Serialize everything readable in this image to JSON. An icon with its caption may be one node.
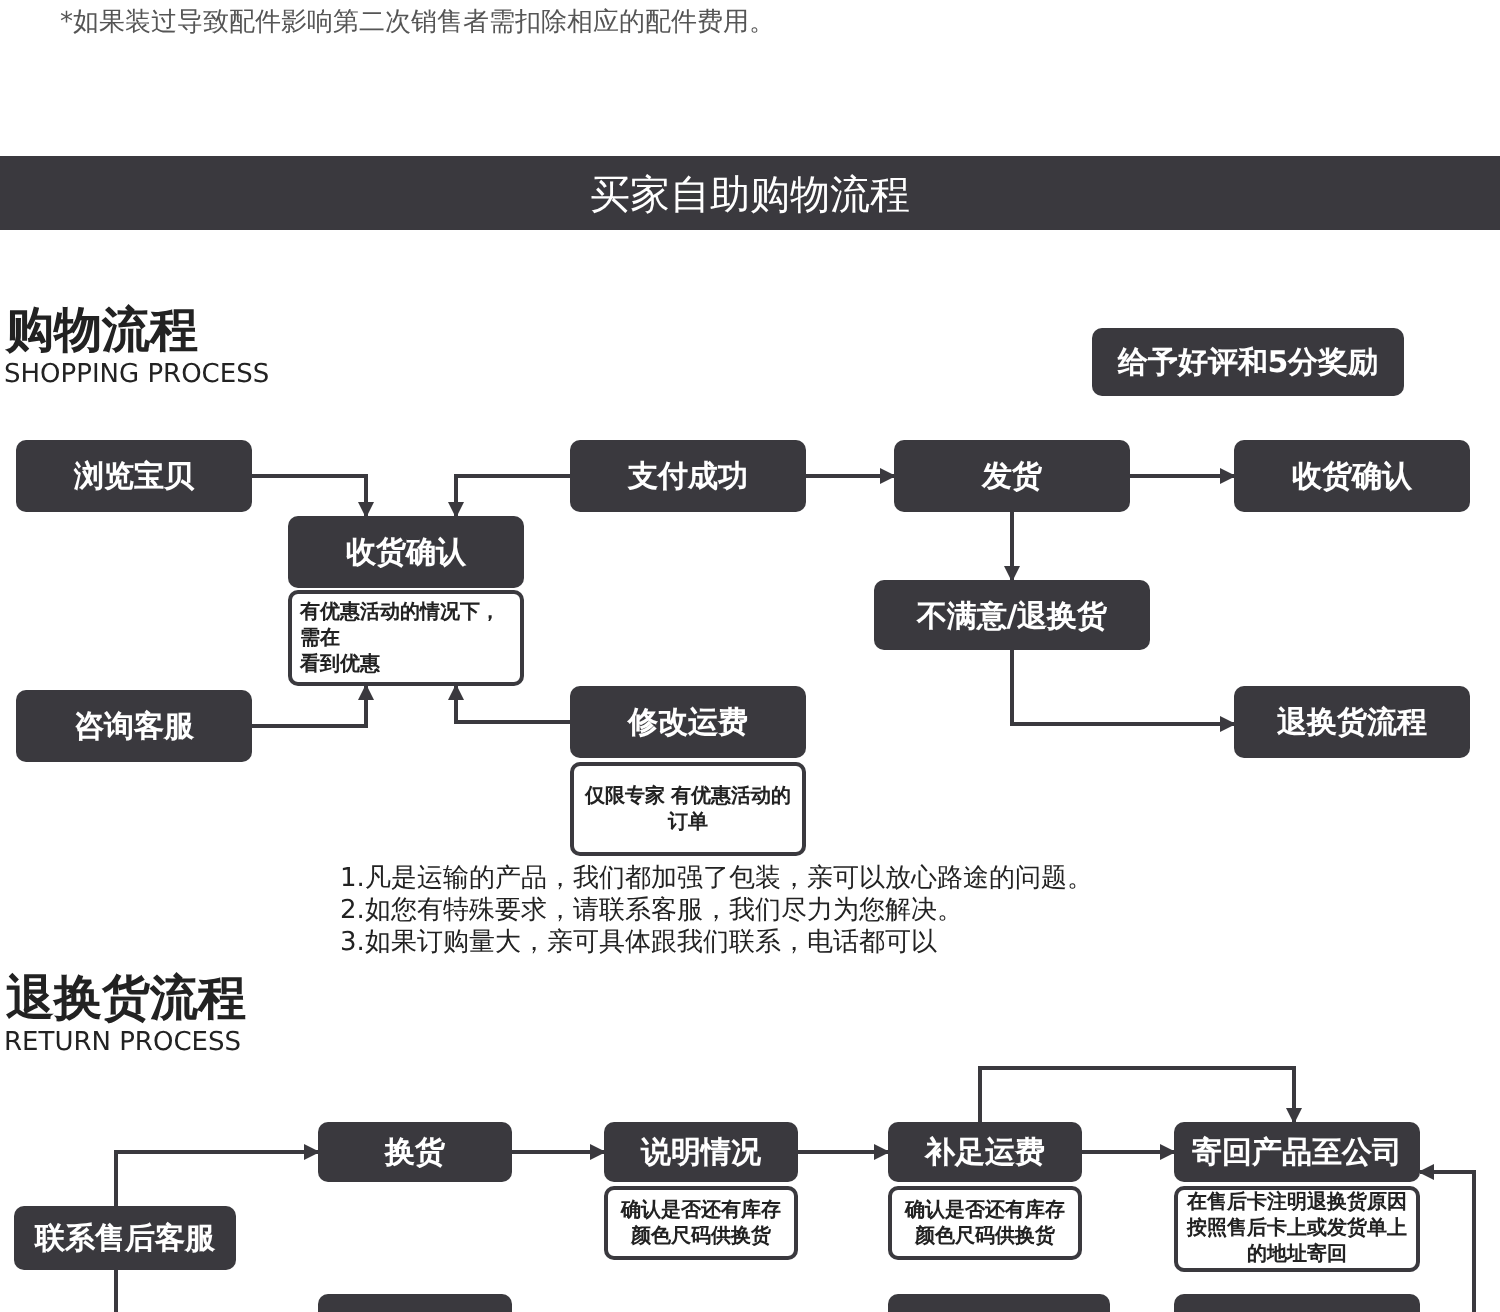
{
  "diagram": {
    "title": "买家自助购物流程",
    "nodes": [
      {
        "text": [
          "浏览宝贝"
        ]
      },
      {
        "text": [
          "支付成功"
        ]
      },
      {
        "text": [
          "发货"
        ]
      },
      {
        "text": [
          "收货确认"
        ]
      },
      {
        "text": [
          "给予好评和5分奖励"
        ]
      },
      {
        "text": [
          "收货确认"
        ]
      },
      {
        "text": [
          "有优惠活动的情况下，需在",
          "看到优惠"
        ]
      },
      {
        "text": [
          "咨询客服"
        ]
      },
      {
        "text": [
          "修改运费"
        ]
      },
      {
        "text": [
          "仅限专家 有优惠活动的订单"
        ]
      },
      {
        "text": [
          "不满意/退换货"
        ]
      },
      {
        "text": [
          "退换货流程"
        ]
      },
      {
        "text": [
          "联系售后客服"
        ]
      },
      {
        "text": [
          "换货"
        ]
      },
      {
        "text": [
          "说明情况"
        ]
      },
      {
        "text": [
          "确认是否还有库存颜色尺码供换货"
        ]
      },
      {
        "text": [
          "补足运费"
        ]
      },
      {
        "text": [
          "确认是否还有库存颜色尺码供换货"
        ]
      },
      {
        "text": [
          "寄回产品至公司"
        ]
      },
      {
        "text": [
          "在售后卡注明退换货原因按照售后卡上或发货单上的地址寄回"
        ]
      },
      {
        "text": [],
        "shape": "box"
      },
      {
        "text": [],
        "shape": "box"
      },
      {
        "text": [],
        "shape": "box"
      }
    ],
    "edges": [
      {
        "from": 0,
        "to": 5,
        "arrow": "to"
      },
      {
        "from": 1,
        "to": 5,
        "arrow": "to"
      },
      {
        "from": 7,
        "to": 6,
        "arrow": "to"
      },
      {
        "from": 8,
        "to": 6,
        "arrow": "to"
      },
      {
        "from": 1,
        "to": 2,
        "arrow": "to"
      },
      {
        "from": 2,
        "to": 3,
        "arrow": "to"
      },
      {
        "from": 2,
        "to": 10,
        "arrow": "to"
      },
      {
        "from": 10,
        "to": 11,
        "arrow": "to"
      },
      {
        "from": 12,
        "to": 13,
        "arrow": "to"
      },
      {
        "from": 13,
        "to": 14,
        "arrow": "to"
      },
      {
        "from": 14,
        "to": 16,
        "arrow": "to"
      },
      {
        "from": 16,
        "to": 18,
        "arrow": "to"
      },
      {
        "from": 16,
        "to": 18,
        "arrow": "to"
      },
      {
        "from": 12,
        "to": null,
        "arrow": "none"
      },
      {
        "from": null,
        "to": 18,
        "arrow": "to"
      }
    ],
    "labels": [
      "*如果装过导致配件影响第二次销售者需扣除相应的配件费用。",
      "购物流程",
      "SHOPPING PROCESS",
      "1.凡是运输的产品，我们都加强了包装，亲可以放心路途的问题。",
      "2.如您有特殊要求，请联系客服，我们尽力为您解决。",
      "3.如果订购量大，亲可具体跟我们联系，电话都可以",
      "退换货流程",
      "RETURN PROCESS"
    ]
  }
}
